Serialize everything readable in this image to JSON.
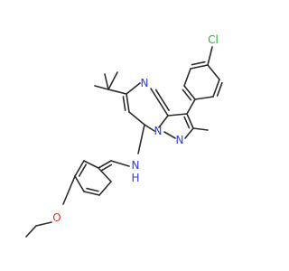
{
  "colors": {
    "carbon_bond": "#2b2b2b",
    "nitrogen": "#3040d0",
    "oxygen": "#e03030",
    "chlorine": "#22b030"
  },
  "atom_labels": {
    "cl": "Cl",
    "n_ring_upper": "N",
    "n_bridge": "N",
    "n_pyrazole": "N",
    "n_amine": "N",
    "h_amine": "H",
    "o_ether": "O"
  }
}
